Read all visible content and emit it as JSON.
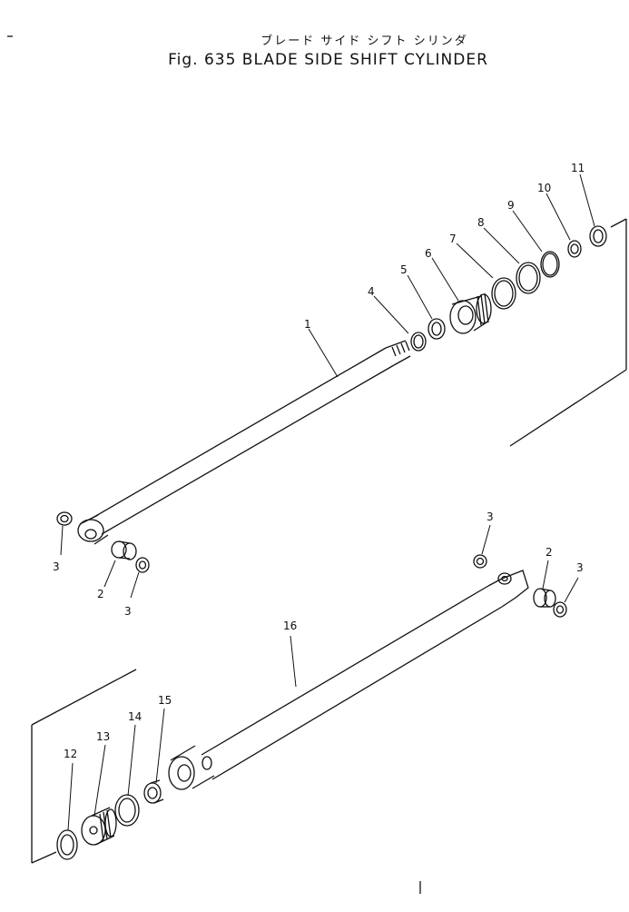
{
  "figure": {
    "title_jp": "ブレード サイド シフト シリンダ",
    "title_en": "Fig. 635 BLADE SIDE SHIFT CYLINDER"
  },
  "callouts": {
    "c1": "1",
    "c2a": "2",
    "c2b": "2",
    "c3a": "3",
    "c3b": "3",
    "c3c": "3",
    "c3d": "3",
    "c4": "4",
    "c5": "5",
    "c6": "6",
    "c7": "7",
    "c8": "8",
    "c9": "9",
    "c10": "10",
    "c11": "11",
    "c12": "12",
    "c13": "13",
    "c14": "14",
    "c15": "15",
    "c16": "16"
  }
}
